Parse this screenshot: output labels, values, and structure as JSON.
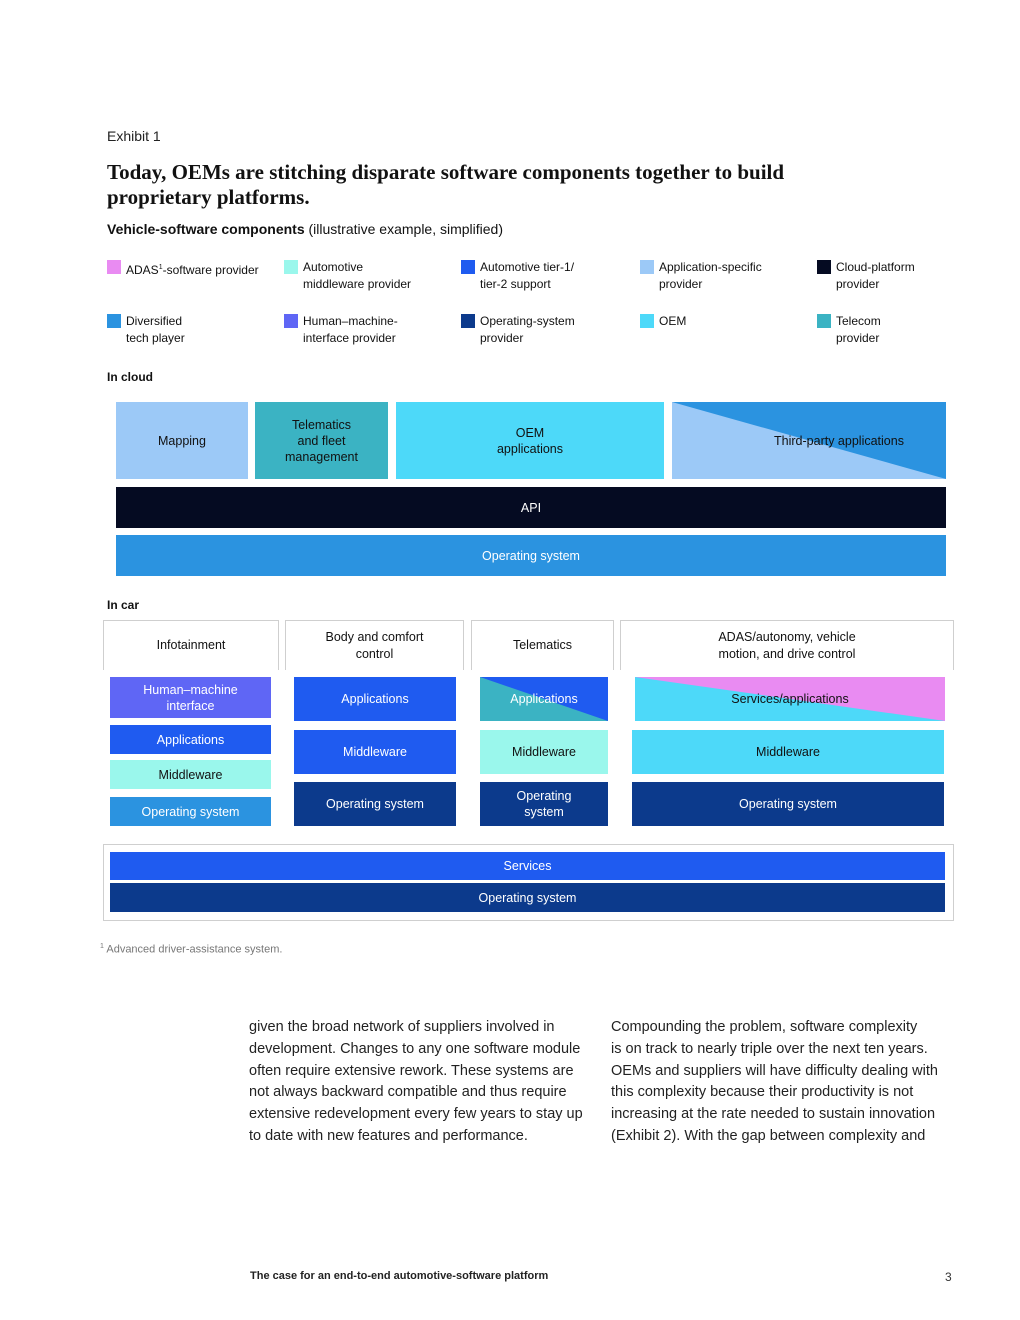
{
  "exhibit": {
    "label": "Exhibit 1",
    "title": "Today, OEMs are stitching disparate software components together to build proprietary platforms.",
    "subtitle_bold": "Vehicle-software components",
    "subtitle_rest": " (illustrative example, simplified)"
  },
  "legend": [
    {
      "label_pre": "ADAS",
      "sup": "1",
      "label_post": "-software provider",
      "color": "#E98BF2"
    },
    {
      "label": "Automotive middleware provider",
      "color": "#9AF7EC"
    },
    {
      "label": "Automotive tier-1/ tier-2 support",
      "color": "#1F5BF0"
    },
    {
      "label": "Application-specific provider",
      "color": "#9CC9F7"
    },
    {
      "label": "Cloud-platform provider",
      "color": "#050B22"
    },
    {
      "label": "Diversified tech player",
      "color": "#2B93E0"
    },
    {
      "label": "Human–machine-interface provider",
      "color": "#5F66F5"
    },
    {
      "label": "Operating-system provider",
      "color": "#0C3A8C"
    },
    {
      "label": "OEM",
      "color": "#4DD9F9"
    },
    {
      "label": "Telecom provider",
      "color": "#3BB3C3"
    }
  ],
  "cloud": {
    "label": "In cloud",
    "mapping": "Mapping",
    "telematics": "Telematics\nand fleet\nmanagement",
    "oem_apps": "OEM\napplications",
    "third_party": "Third-party applications",
    "api": "API",
    "os": "Operating system"
  },
  "car": {
    "label": "In car",
    "columns": {
      "infotainment": "Infotainment",
      "body": "Body and comfort\ncontrol",
      "telematics": "Telematics",
      "adas": "ADAS/autonomy, vehicle\nmotion, and drive control"
    },
    "infotainment": {
      "hmi": "Human–machine\ninterface",
      "apps": "Applications",
      "middleware": "Middleware",
      "os": "Operating system"
    },
    "body": {
      "apps": "Applications",
      "middleware": "Middleware",
      "os": "Operating system"
    },
    "telematics": {
      "apps": "Applications",
      "middleware": "Middleware",
      "os": "Operating\nsystem"
    },
    "adas": {
      "apps": "Services/applications",
      "middleware": "Middleware",
      "os": "Operating system"
    },
    "services": "Services",
    "services_os": "Operating system"
  },
  "footnote": {
    "sup": "1",
    "text": "Advanced driver-assistance system."
  },
  "body_text": {
    "left": "given the broad network of suppliers involved in\ndevelopment. Changes to any one software module\noften require extensive rework. These systems are\nnot always backward compatible and thus require\nextensive redevelopment every few years to stay up\nto date with new features and performance.",
    "right": "Compounding the problem, software complexity\nis on track to nearly triple over the next ten years.\nOEMs and suppliers will have difficulty dealing with\nthis complexity because their productivity is not\nincreasing at the rate needed to sustain innovation\n(Exhibit 2). With the gap between complexity and"
  },
  "footer": {
    "title": "The case for an end-to-end automotive-software platform",
    "page": "3"
  }
}
